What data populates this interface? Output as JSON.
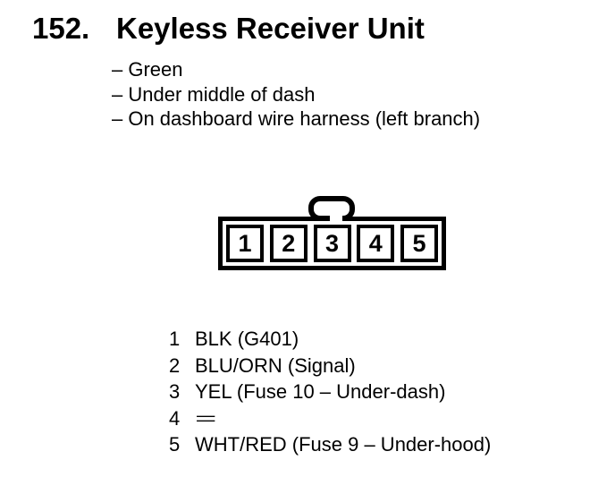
{
  "section": {
    "number": "152.",
    "title": "Keyless Receiver Unit",
    "notes": [
      "– Green",
      "– Under middle of dash",
      "– On dashboard wire harness (left branch)"
    ]
  },
  "connector": {
    "view": "5-cavity connector with retaining clip tab on top",
    "cavities": [
      "1",
      "2",
      "3",
      "4",
      "5"
    ]
  },
  "pins": [
    {
      "num": "1",
      "desc": "BLK (G401)"
    },
    {
      "num": "2",
      "desc": "BLU/ORN (Signal)"
    },
    {
      "num": "3",
      "desc": "YEL (Fuse 10 – Under-dash)"
    },
    {
      "num": "4",
      "desc": "="
    },
    {
      "num": "5",
      "desc": "WHT/RED (Fuse 9 – Under-hood)"
    }
  ],
  "colors": {
    "ink": "#000000",
    "paper": "#ffffff"
  }
}
